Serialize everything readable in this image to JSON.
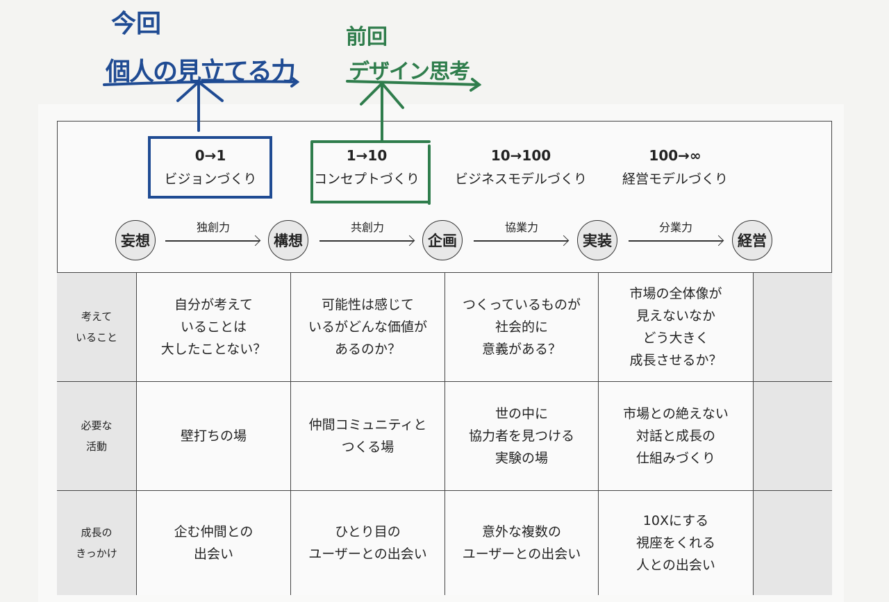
{
  "annotations": {
    "current": {
      "label": "今回",
      "topic": "個人の見立てる力",
      "color": "#1f4b93"
    },
    "previous": {
      "label": "前回",
      "topic": "デザイン思考",
      "color": "#2f7d4c"
    }
  },
  "stages": [
    {
      "range": "0→1",
      "name": "ビジョンづくり"
    },
    {
      "range": "1→10",
      "name": "コンセプトづくり"
    },
    {
      "range": "10→100",
      "name": "ビジネスモデルづくり"
    },
    {
      "range": "100→∞",
      "name": "経営モデルづくり"
    }
  ],
  "nodes": [
    "妄想",
    "構想",
    "企画",
    "実装",
    "経営"
  ],
  "transitions": [
    "独創力",
    "共創力",
    "協業力",
    "分業力"
  ],
  "rows": [
    {
      "label": "考えて\nいること",
      "cells": [
        "自分が考えて\nいることは\n大したことない？",
        "可能性は感じて\nいるがどんな価値が\nあるのか？",
        "つくっているものが\n社会的に\n意義がある？",
        "市場の全体像が\n見えないなか\nどう大きく\n成長させるか？"
      ]
    },
    {
      "label": "必要な\n活動",
      "cells": [
        "壁打ちの場",
        "仲間コミュニティと\nつくる場",
        "世の中に\n協力者を見つける\n実験の場",
        "市場との絶えない\n対話と成長の\n仕組みづくり"
      ]
    },
    {
      "label": "成長の\nきっかけ",
      "cells": [
        "企む仲間との\n出会い",
        "ひとり目の\nユーザーとの出会い",
        "意外な複数の\nユーザーとの出会い",
        "10Xにする\n視座をくれる\n人との出会い"
      ]
    }
  ]
}
